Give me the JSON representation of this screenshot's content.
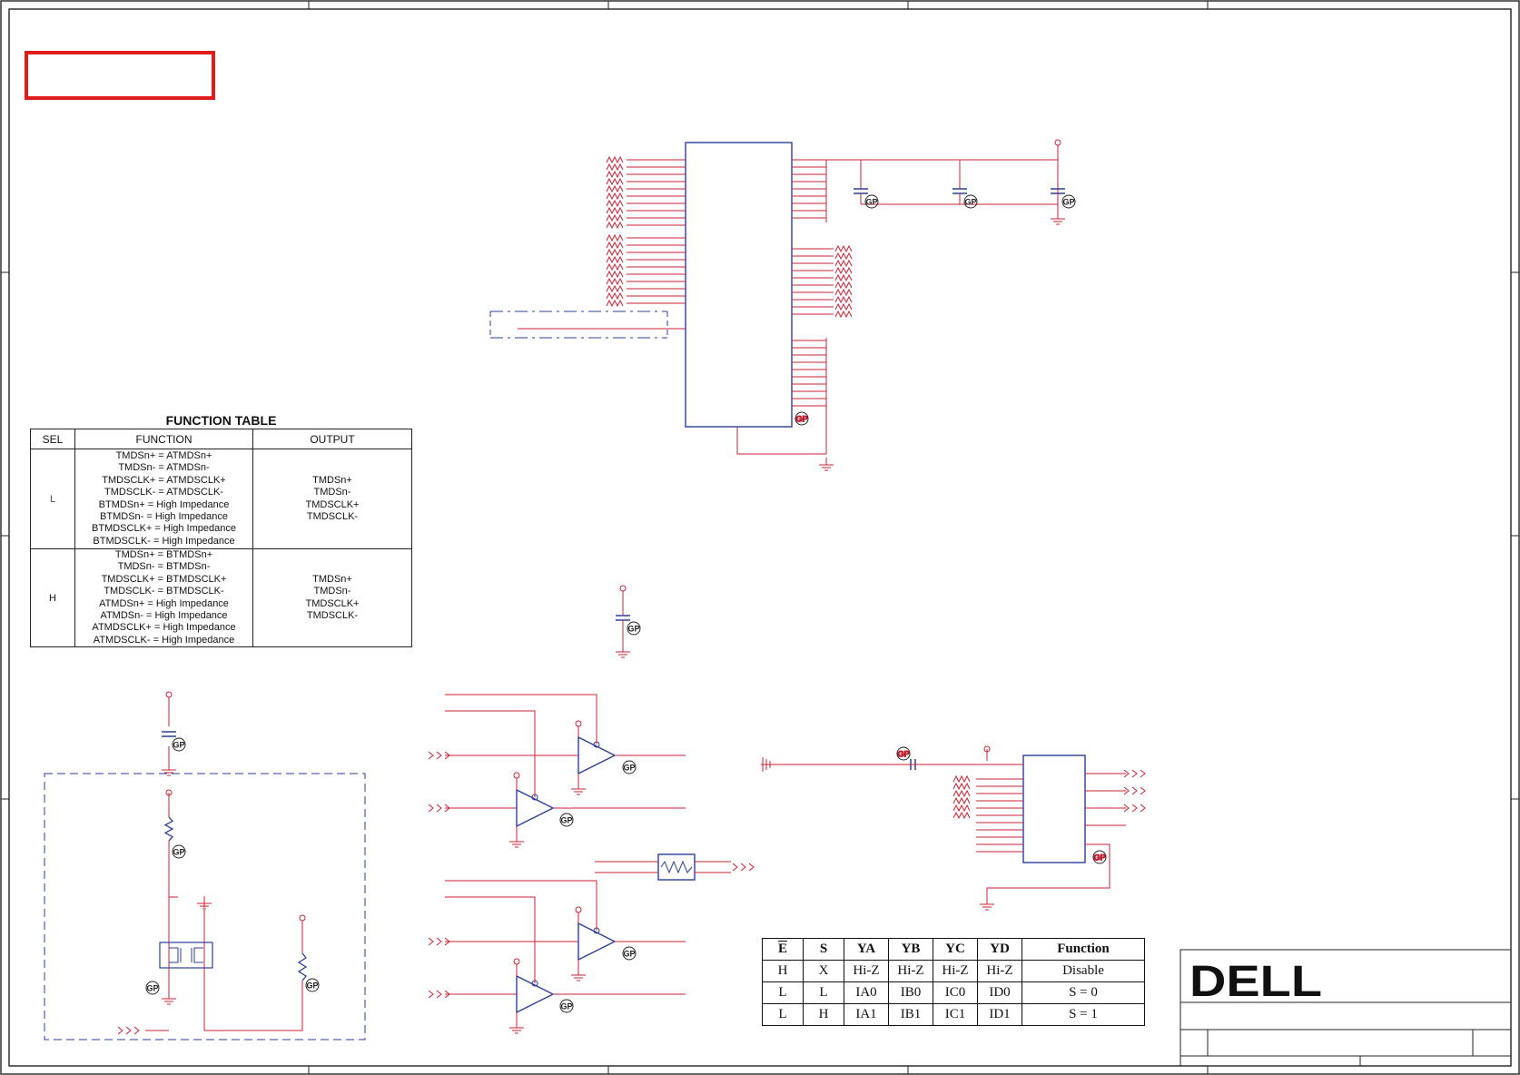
{
  "function_table": {
    "title": "FUNCTION TABLE",
    "headers": [
      "SEL",
      "FUNCTION",
      "OUTPUT"
    ],
    "rows": [
      {
        "sel": "L",
        "function": [
          "TMDSn+ = ATMDSn+",
          "TMDSn- = ATMDSn-",
          "TMDSCLK+ = ATMDSCLK+",
          "TMDSCLK- = ATMDSCLK-",
          "BTMDSn+ = High Impedance",
          "BTMDSn- = High Impedance",
          "BTMDSCLK+ = High Impedance",
          "BTMDSCLK- = High Impedance"
        ],
        "output": [
          "TMDSn+",
          "TMDSn-",
          "TMDSCLK+",
          "TMDSCLK-"
        ]
      },
      {
        "sel": "H",
        "function": [
          "TMDSn+ = BTMDSn+",
          "TMDSn- = BTMDSn-",
          "TMDSCLK+ = BTMDSCLK+",
          "TMDSCLK- = BTMDSCLK-",
          "ATMDSn+ = High Impedance",
          "ATMDSn- = High Impedance",
          "ATMDSCLK+ = High Impedance",
          "ATMDSCLK- = High Impedance"
        ],
        "output": [
          "TMDSn+",
          "TMDSn-",
          "TMDSCLK+",
          "TMDSCLK-"
        ]
      }
    ]
  },
  "truth_table": {
    "headers": [
      "E",
      "S",
      "YA",
      "YB",
      "YC",
      "YD",
      "Function"
    ],
    "rows": [
      [
        "H",
        "X",
        "Hi-Z",
        "Hi-Z",
        "Hi-Z",
        "Hi-Z",
        "Disable"
      ],
      [
        "L",
        "L",
        "IA0",
        "IB0",
        "IC0",
        "ID0",
        "S = 0"
      ],
      [
        "L",
        "H",
        "IA1",
        "IB1",
        "IC1",
        "ID1",
        "S = 1"
      ]
    ]
  },
  "title_block": {
    "logo_text": "DELL"
  },
  "part_marks": {
    "gp": "GP"
  },
  "colors": {
    "wire": "#cc2233",
    "component": "#2b3f99",
    "frame": "#222222",
    "highlight_box": "#e21b1b"
  }
}
